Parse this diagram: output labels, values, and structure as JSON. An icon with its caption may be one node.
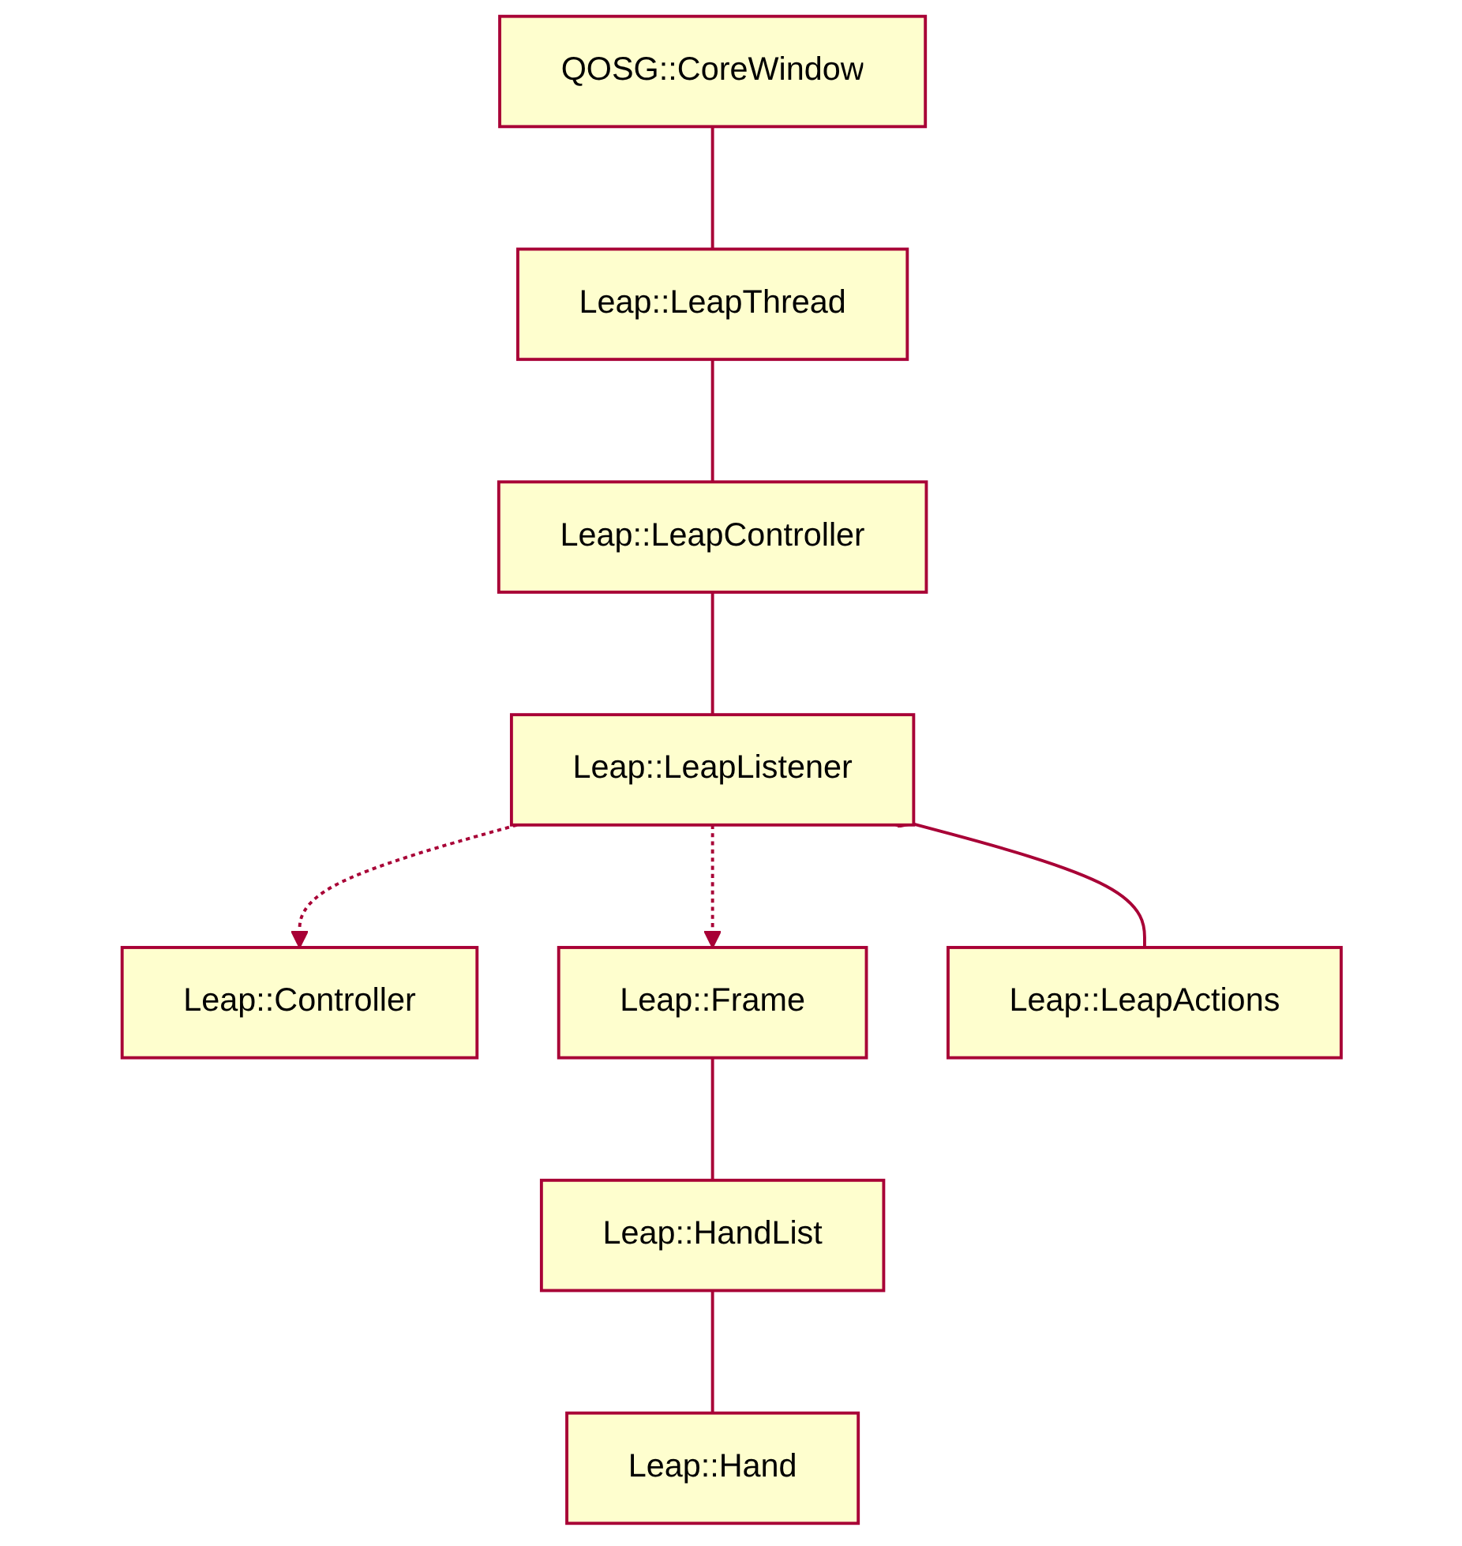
{
  "diagram": {
    "nodes": [
      {
        "text": [
          "QOSG::CoreWindow"
        ]
      },
      {
        "text": [
          "Leap::LeapThread"
        ]
      },
      {
        "text": [
          "Leap::LeapController"
        ]
      },
      {
        "text": [
          "Leap::Controller"
        ]
      },
      {
        "text": [
          "Leap::Frame"
        ]
      },
      {
        "text": [
          "Leap::LeapListener"
        ]
      },
      {
        "text": [
          "Leap::HandList"
        ]
      },
      {
        "text": [
          "Leap::LeapActions"
        ]
      },
      {
        "text": [
          "Leap::Hand"
        ]
      }
    ],
    "edges": [
      {
        "from": 0,
        "to": 1,
        "arrow": "other"
      },
      {
        "from": 1,
        "to": 2,
        "arrow": "other"
      },
      {
        "from": 2,
        "to": 5,
        "arrow": "other"
      },
      {
        "from": 5,
        "to": 3,
        "arrow": "to",
        "style": "dashed"
      },
      {
        "from": 5,
        "to": 4,
        "arrow": "to",
        "style": "dashed"
      },
      {
        "from": 4,
        "to": 6,
        "arrow": "other"
      },
      {
        "from": 5,
        "to": 7,
        "arrow": "other"
      },
      {
        "from": 6,
        "to": 8,
        "arrow": "other"
      }
    ]
  }
}
